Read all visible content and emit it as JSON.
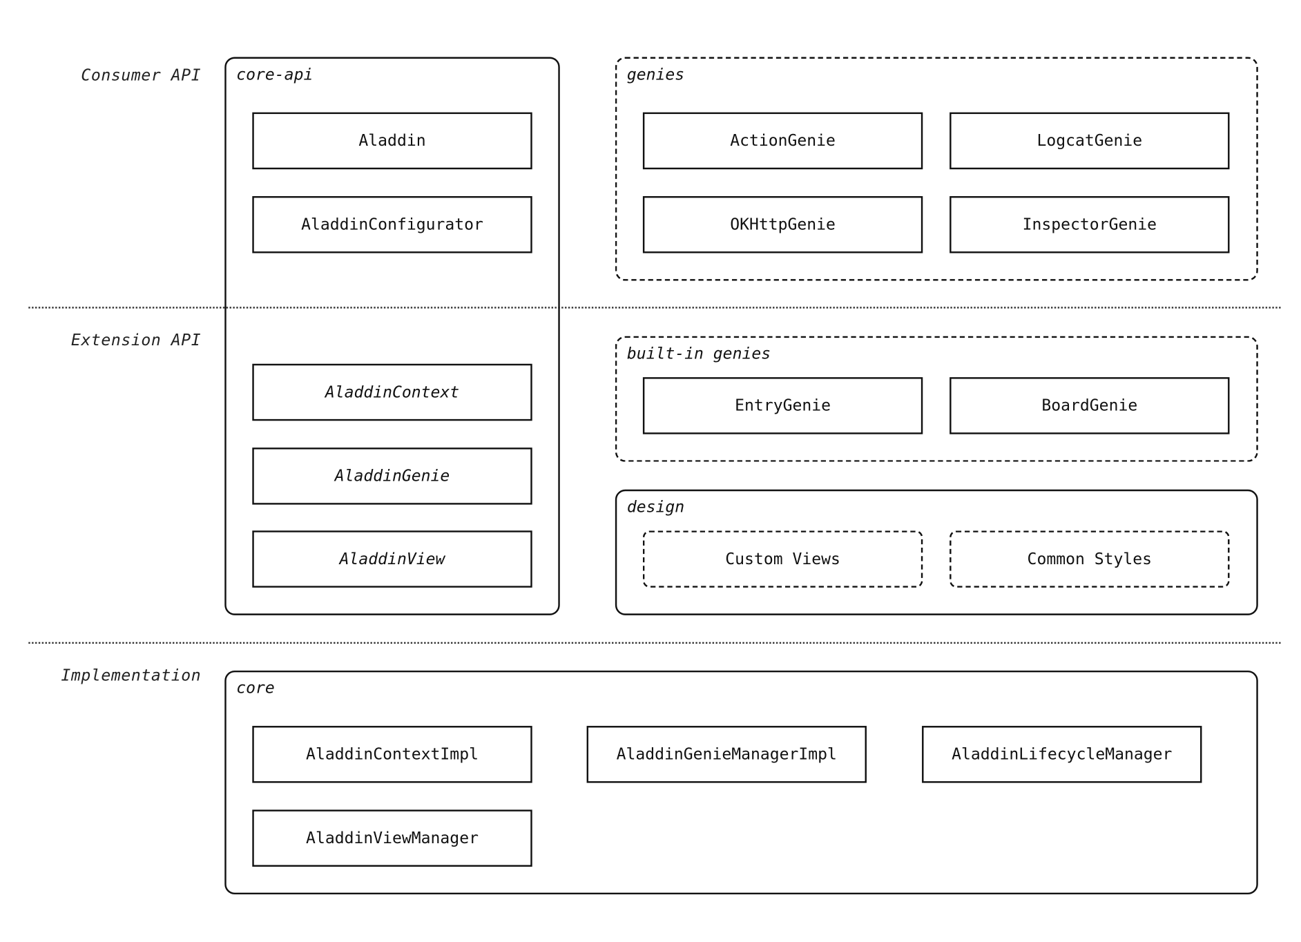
{
  "layers": {
    "consumer": "Consumer API",
    "extension": "Extension API",
    "implementation": "Implementation"
  },
  "core_api": {
    "title": "core-api",
    "items": [
      "Aladdin",
      "AladdinConfigurator",
      "AladdinContext",
      "AladdinGenie",
      "AladdinView"
    ]
  },
  "genies": {
    "title": "genies",
    "items": [
      "ActionGenie",
      "LogcatGenie",
      "OKHttpGenie",
      "InspectorGenie"
    ]
  },
  "builtin_genies": {
    "title": "built-in genies",
    "items": [
      "EntryGenie",
      "BoardGenie"
    ]
  },
  "design": {
    "title": "design",
    "items": [
      "Custom Views",
      "Common Styles"
    ]
  },
  "core": {
    "title": "core",
    "items": [
      "AladdinContextImpl",
      "AladdinGenieManagerImpl",
      "AladdinLifecycleManager",
      "AladdinViewManager"
    ]
  }
}
